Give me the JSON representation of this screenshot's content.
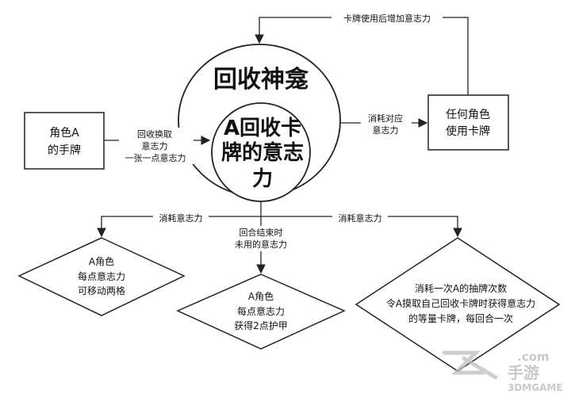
{
  "nodes": {
    "outer_circle": {
      "title": "回收神龛"
    },
    "inner_circle": {
      "lines": [
        "A回收卡",
        "牌的意志",
        "力"
      ]
    },
    "hand_box": {
      "lines": [
        "角色A",
        "的手牌"
      ]
    },
    "any_role_box": {
      "lines": [
        "任何角色",
        "使用卡牌"
      ]
    },
    "move_diamond": {
      "lines": [
        "A角色",
        "每点意志力",
        "可移动两格"
      ]
    },
    "armor_diamond": {
      "lines": [
        "A角色",
        "每点意志力",
        "获得2点护甲"
      ]
    },
    "draw_diamond": {
      "lines": [
        "消耗一次A的抽牌次数",
        "令A摸取自己回收卡牌时获得意志力",
        "的等量卡牌，每回合一次"
      ]
    }
  },
  "edges": {
    "top_feedback": "卡牌使用后增加意志力",
    "recycle": [
      "回收换取",
      "意志力",
      "一张一点意志力"
    ],
    "consume_corresponding": [
      "消耗对应",
      "意志力"
    ],
    "consume_left": "消耗意志力",
    "consume_right": "消耗意志力",
    "round_end": [
      "回合结束时",
      "未用的意志力"
    ]
  },
  "watermark": {
    "text": "手游",
    "site": "3DMGAME",
    "domain": ".com"
  }
}
